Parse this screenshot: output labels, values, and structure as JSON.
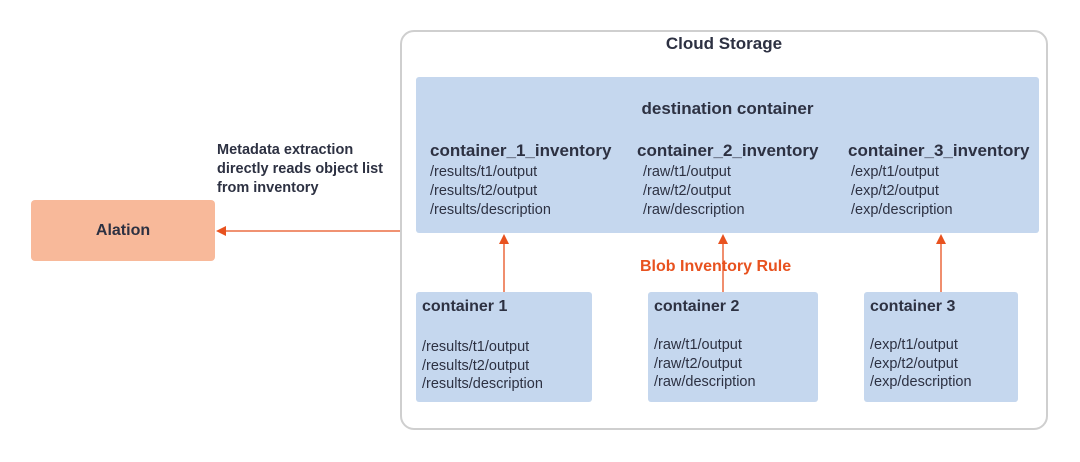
{
  "cloud_storage": {
    "title": "Cloud Storage"
  },
  "destination": {
    "title": "destination container",
    "inventories": [
      {
        "title": "container_1_inventory",
        "paths": [
          "/results/t1/output",
          "/results/t2/output",
          "/results/description"
        ]
      },
      {
        "title": "container_2_inventory",
        "paths": [
          "/raw/t1/output",
          "/raw/t2/output",
          "/raw/description"
        ]
      },
      {
        "title": "container_3_inventory",
        "paths": [
          "/exp/t1/output",
          "/exp/t2/output",
          "/exp/description"
        ]
      }
    ]
  },
  "sources": [
    {
      "title": "container 1",
      "paths": [
        "/results/t1/output",
        "/results/t2/output",
        "/results/description"
      ]
    },
    {
      "title": "container 2",
      "paths": [
        "/raw/t1/output",
        "/raw/t2/output",
        "/raw/description"
      ]
    },
    {
      "title": "container 3",
      "paths": [
        "/exp/t1/output",
        "/exp/t2/output",
        "/exp/description"
      ]
    }
  ],
  "alation": {
    "label": "Alation"
  },
  "metadata_note": [
    "Metadata extraction",
    "directly reads object list",
    "from inventory"
  ],
  "blob_rule": {
    "label": "Blob Inventory Rule"
  },
  "colors": {
    "container_fill": "#c5d7ee",
    "alation_fill": "#f8b99a",
    "arrow": "#e8521f",
    "frame_border": "#cfcfcf",
    "text": "#2d3142"
  }
}
